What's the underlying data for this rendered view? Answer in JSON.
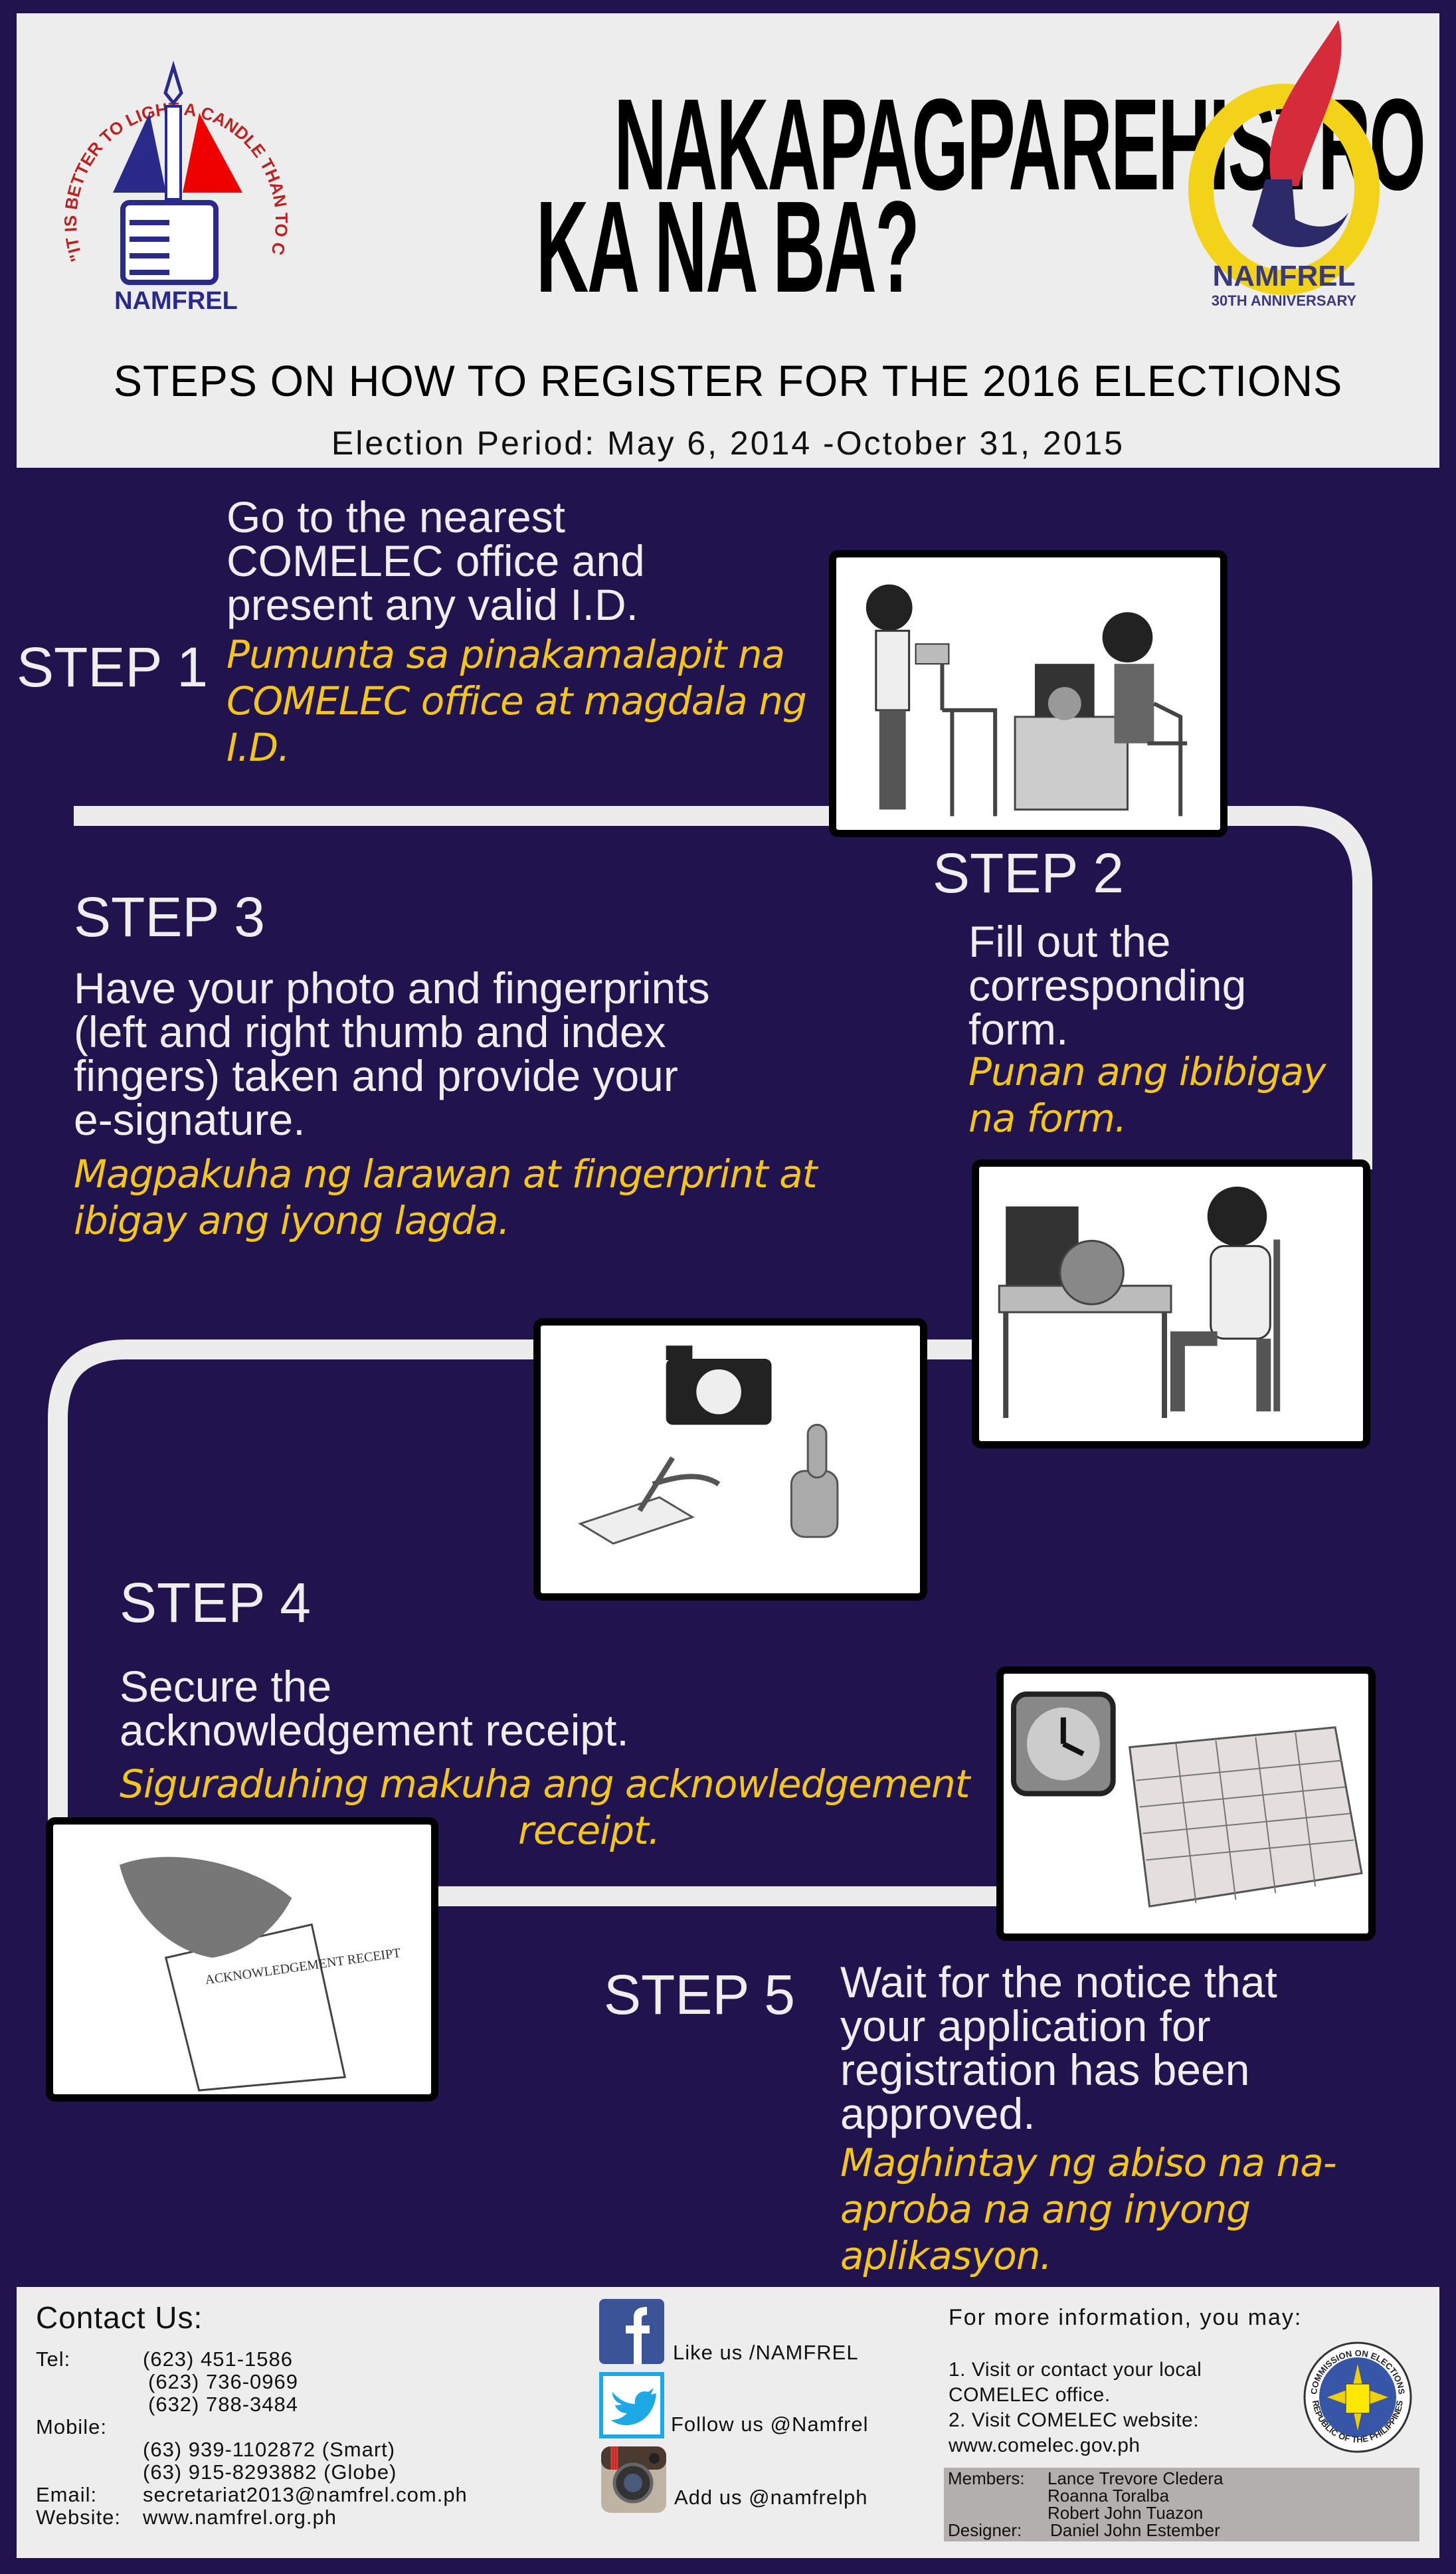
{
  "header": {
    "title_line1": "NAKAPAGPAREHISTRO",
    "title_line2": "KA NA BA?",
    "subtitle": "STEPS ON HOW TO REGISTER FOR THE 2016 ELECTIONS",
    "election_period": "Election Period: May 6, 2014 -October 31, 2015",
    "logo_left": {
      "motto": "\"IT IS BETTER TO LIGHT A CANDLE THAN TO CURSE THE DARKNESS\"",
      "name": "NAMFREL"
    },
    "logo_right": {
      "name": "NAMFREL",
      "tagline": "30TH ANNIVERSARY"
    }
  },
  "steps": [
    {
      "label": "STEP 1",
      "english": [
        "Go to the nearest",
        "COMELEC office and",
        "present any valid I.D."
      ],
      "tagalog": [
        "Pumunta sa pinakamalapit na",
        "COMELEC office at magdala ng",
        "I.D."
      ]
    },
    {
      "label": "STEP 2",
      "english": [
        "Fill out the",
        "corresponding",
        "form."
      ],
      "tagalog": [
        "Punan ang ibibigay",
        "na form."
      ]
    },
    {
      "label": "STEP 3",
      "english": [
        "Have your photo and fingerprints",
        "(left and right thumb and index",
        "fingers) taken and provide your",
        "e-signature."
      ],
      "tagalog": [
        "Magpakuha ng larawan at fingerprint at",
        "ibigay ang iyong lagda."
      ]
    },
    {
      "label": "STEP 4",
      "english": [
        "Secure the",
        "acknowledgement receipt."
      ],
      "tagalog": [
        "Siguraduhing makuha ang acknowledgement",
        "receipt."
      ]
    },
    {
      "label": "STEP 5",
      "english": [
        "Wait for the notice that",
        "your application for",
        "registration has been",
        "approved."
      ],
      "tagalog": [
        "Maghintay ng abiso na na-",
        "aproba na ang inyong",
        "aplikasyon."
      ]
    }
  ],
  "illustrations": {
    "receipt_text": "ACKNOWLEDGEMENT RECEIPT"
  },
  "contact": {
    "heading": "Contact Us:",
    "tel_label": "Tel:",
    "tel": [
      "(623) 451-1586",
      "(623) 736-0969",
      "(632) 788-3484"
    ],
    "mobile_label": "Mobile:",
    "mobile": [
      "(63) 939-1102872 (Smart)",
      "(63) 915-8293882 (Globe)"
    ],
    "email_label": "Email:",
    "email": "secretariat2013@namfrel.com.ph",
    "website_label": "Website:",
    "website": "www.namfrel.org.ph"
  },
  "social": [
    {
      "icon": "facebook-icon",
      "label": "Like us /NAMFREL"
    },
    {
      "icon": "twitter-icon",
      "label": "Follow us @Namfrel"
    },
    {
      "icon": "instagram-icon",
      "label": "Add us @namfrelph"
    }
  ],
  "more_info": {
    "heading": "For more information, you may:",
    "items": [
      "1. Visit or contact your local",
      "COMELEC office.",
      "2. Visit COMELEC website:",
      "www.comelec.gov.ph"
    ],
    "seal_text_top": "COMMISSION ON ELECTIONS",
    "seal_text_bottom": "REPUBLIC OF THE PHILIPPINES"
  },
  "credits": {
    "members_label": "Members:",
    "members": [
      "Lance Trevore Cledera",
      "Roanna Toralba",
      "Robert John Tuazon"
    ],
    "designer_label": "Designer:",
    "designer": "Daniel John Estember"
  },
  "colors": {
    "background": "#20134e",
    "panel": "#ededed",
    "accent_yellow": "#f5c518",
    "credits_box": "#b3afaf"
  }
}
